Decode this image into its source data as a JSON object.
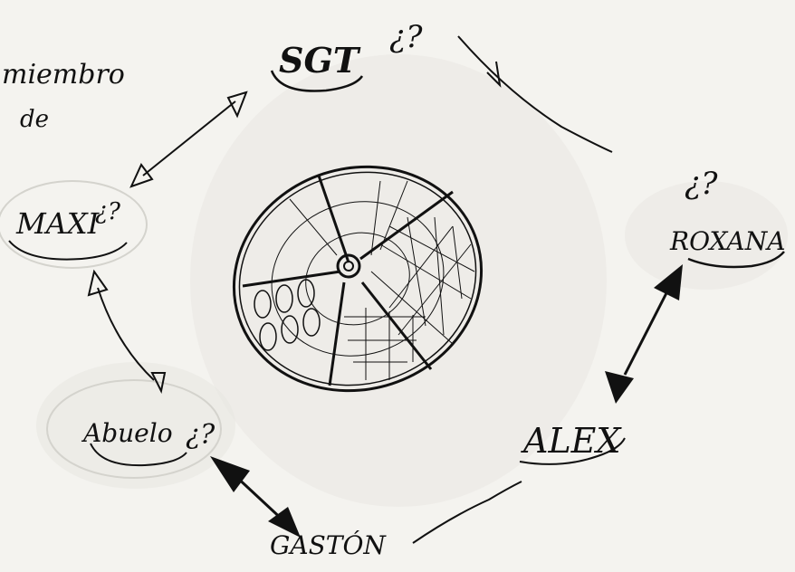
{
  "note": {
    "line1": "miembro",
    "line2": "de"
  },
  "nodes": {
    "sgt": {
      "label": "SGT",
      "mark": "¿?"
    },
    "maxi": {
      "label": "MAXI",
      "mark": "¿?"
    },
    "roxana": {
      "label": "ROXANA",
      "mark": "¿?"
    },
    "abuelo": {
      "label": "Abuelo",
      "mark": "¿?"
    },
    "alex": {
      "label": "ALEX"
    },
    "gaston": {
      "label": "GASTÓN"
    }
  },
  "colors": {
    "ink": "#111111",
    "paper": "#f4f3ef",
    "smudge": "#dcdbd6"
  },
  "icons": {
    "center": "wheel-sketch-icon"
  }
}
